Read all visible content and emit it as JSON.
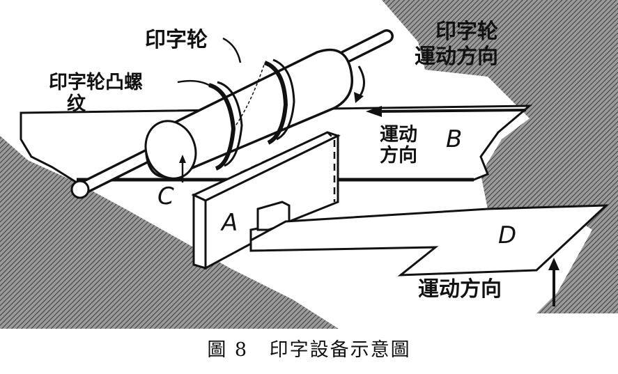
{
  "labels": {
    "wheel": "印字轮",
    "cam_line1": "印字轮凸螺",
    "cam_line2": "纹",
    "wheel_dir_line1": "印字轮",
    "wheel_dir_line2": "運动方向",
    "tape_dir_line1": "運动",
    "tape_dir_line2": "方向",
    "d_dir": "運动方向"
  },
  "letters": {
    "a": "A",
    "b": "B",
    "c": "C",
    "d": "D"
  },
  "caption": {
    "figure_no": "圖 8",
    "title": "印字設备示意圖"
  },
  "colors": {
    "ink": "#111111",
    "paper": "#ffffff",
    "hatch": "#8a8a8a"
  }
}
